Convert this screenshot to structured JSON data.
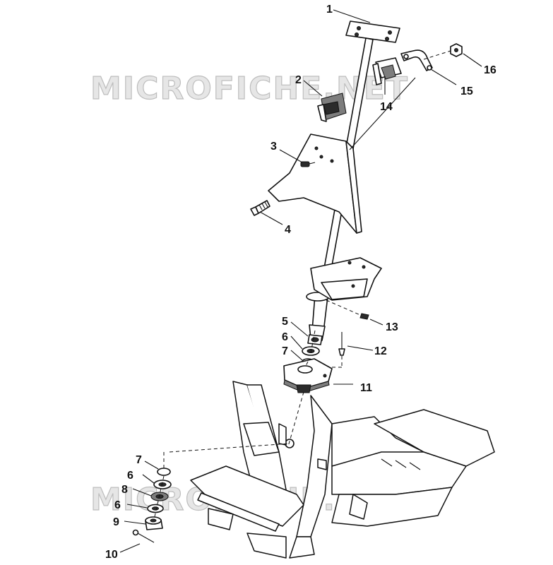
{
  "watermarks": [
    "MICROFICHE.NET",
    "MICROFICHE.NET"
  ],
  "callouts": [
    {
      "id": "c1",
      "label": "1"
    },
    {
      "id": "c2",
      "label": "2"
    },
    {
      "id": "c3",
      "label": "3"
    },
    {
      "id": "c4",
      "label": "4"
    },
    {
      "id": "c5",
      "label": "5"
    },
    {
      "id": "c6a",
      "label": "6"
    },
    {
      "id": "c7a",
      "label": "7"
    },
    {
      "id": "c11",
      "label": "11"
    },
    {
      "id": "c12",
      "label": "12"
    },
    {
      "id": "c13",
      "label": "13"
    },
    {
      "id": "c14",
      "label": "14"
    },
    {
      "id": "c15",
      "label": "15"
    },
    {
      "id": "c16",
      "label": "16"
    },
    {
      "id": "c7b",
      "label": "7"
    },
    {
      "id": "c6b",
      "label": "6"
    },
    {
      "id": "c8",
      "label": "8"
    },
    {
      "id": "c6c",
      "label": "6"
    },
    {
      "id": "c9",
      "label": "9"
    },
    {
      "id": "c10",
      "label": "10"
    }
  ]
}
